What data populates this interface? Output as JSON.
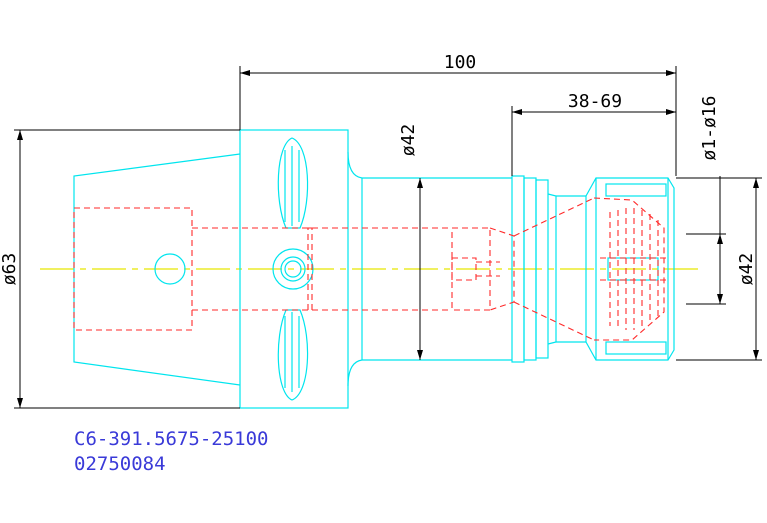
{
  "dimensions": {
    "overall_length": "100",
    "gauge_length": "38-69",
    "clamp_range": "ø1-ø16",
    "flange_diameter": "ø63",
    "shank_diameter": "ø42",
    "nut_diameter": "ø42"
  },
  "part": {
    "number": "C6-391.5675-25100",
    "code": "02750084"
  },
  "colors": {
    "outline": "#00e5ee",
    "hidden": "#ff2a2a",
    "centerline": "#e8e800",
    "dimension": "#000000",
    "text": "#3a3ad8"
  }
}
